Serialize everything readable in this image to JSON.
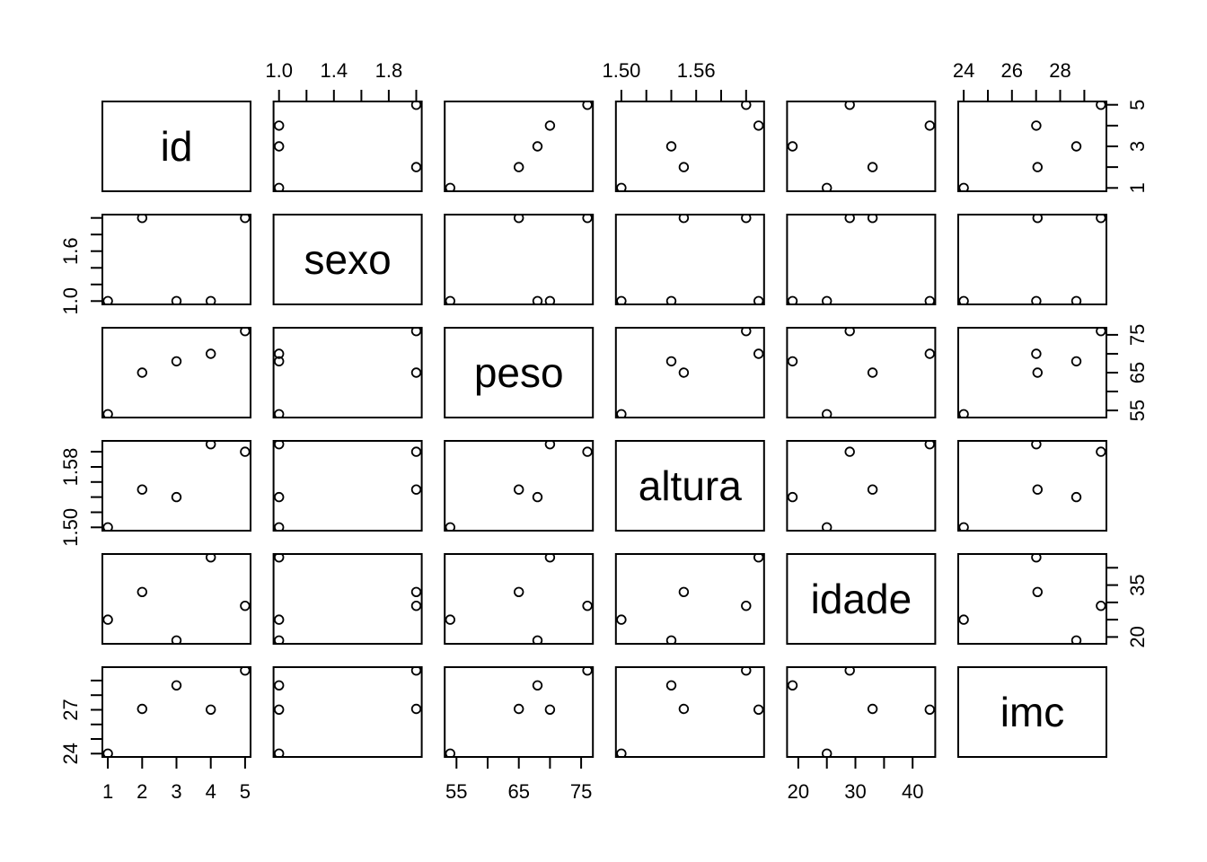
{
  "title": "",
  "background_color": "#ffffff",
  "foreground_color": "#000000",
  "chart_data": {
    "type": "scatter",
    "subtype": "pairs-scatterplot-matrix",
    "grid": "6x6",
    "point_style": "open-circle",
    "axis_padding_frac": 0.04,
    "n_observations": 5,
    "variables": [
      {
        "name": "id",
        "values": [
          1,
          2,
          3,
          4,
          5
        ],
        "ticks": [
          1,
          2,
          3,
          4,
          5
        ],
        "h_tick_labels": [
          {
            "v": 1,
            "t": "1"
          },
          {
            "v": 2,
            "t": "2"
          },
          {
            "v": 3,
            "t": "3"
          },
          {
            "v": 4,
            "t": "4"
          },
          {
            "v": 5,
            "t": "5"
          }
        ],
        "v_tick_labels": [
          {
            "v": 1,
            "t": "1"
          },
          {
            "v": 3,
            "t": "3"
          },
          {
            "v": 5,
            "t": "5"
          }
        ]
      },
      {
        "name": "sexo",
        "values": [
          1,
          2,
          1,
          1,
          2
        ],
        "ticks": [
          1.0,
          1.2,
          1.4,
          1.6,
          1.8,
          2.0
        ],
        "h_tick_labels": [
          {
            "v": 1.0,
            "t": "1.0"
          },
          {
            "v": 1.4,
            "t": "1.4"
          },
          {
            "v": 1.8,
            "t": "1.8"
          }
        ],
        "v_tick_labels": [
          {
            "v": 1.0,
            "t": "1.0"
          },
          {
            "v": 1.6,
            "t": "1.6"
          }
        ]
      },
      {
        "name": "peso",
        "values": [
          54,
          65,
          68,
          70,
          76
        ],
        "ticks": [
          55,
          60,
          65,
          70,
          75
        ],
        "h_tick_labels": [
          {
            "v": 55,
            "t": "55"
          },
          {
            "v": 65,
            "t": "65"
          },
          {
            "v": 75,
            "t": "75"
          }
        ],
        "v_tick_labels": [
          {
            "v": 55,
            "t": "55"
          },
          {
            "v": 65,
            "t": "65"
          },
          {
            "v": 75,
            "t": "75"
          }
        ]
      },
      {
        "name": "altura",
        "values": [
          1.5,
          1.55,
          1.54,
          1.61,
          1.6
        ],
        "ticks": [
          1.5,
          1.52,
          1.54,
          1.56,
          1.58,
          1.6
        ],
        "h_tick_labels": [
          {
            "v": 1.5,
            "t": "1.50"
          },
          {
            "v": 1.56,
            "t": "1.56"
          }
        ],
        "v_tick_labels": [
          {
            "v": 1.5,
            "t": "1.50"
          },
          {
            "v": 1.58,
            "t": "1.58"
          }
        ]
      },
      {
        "name": "idade",
        "values": [
          25,
          33,
          19,
          43,
          29
        ],
        "ticks": [
          20,
          25,
          30,
          35,
          40
        ],
        "h_tick_labels": [
          {
            "v": 20,
            "t": "20"
          },
          {
            "v": 30,
            "t": "30"
          },
          {
            "v": 40,
            "t": "40"
          }
        ],
        "v_tick_labels": [
          {
            "v": 20,
            "t": "20"
          },
          {
            "v": 35,
            "t": "35"
          }
        ]
      },
      {
        "name": "imc",
        "values": [
          24.0,
          27.06,
          28.67,
          27.01,
          29.69
        ],
        "ticks": [
          24,
          25,
          26,
          27,
          28,
          29
        ],
        "h_tick_labels": [
          {
            "v": 24,
            "t": "24"
          },
          {
            "v": 26,
            "t": "26"
          },
          {
            "v": 28,
            "t": "28"
          }
        ],
        "v_tick_labels": [
          {
            "v": 24,
            "t": "24"
          },
          {
            "v": 27,
            "t": "27"
          }
        ]
      }
    ]
  }
}
